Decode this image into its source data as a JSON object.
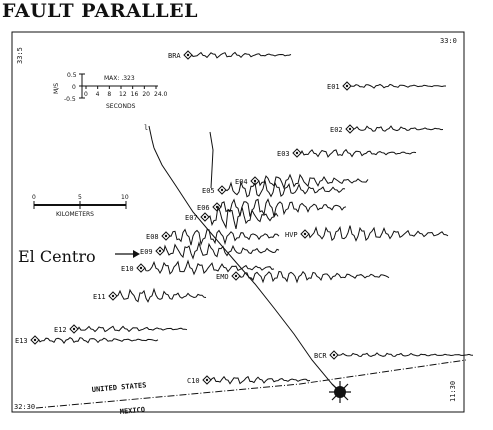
{
  "title": "FAULT PARALLEL",
  "corner_labels": {
    "top_left": "33:5",
    "top_right": "33:0",
    "bottom_left": "32:30",
    "bottom_right": "11:30"
  },
  "scale": {
    "amplitude_unit": "M/S",
    "amplitude_ticks": [
      "0.5",
      "0",
      "-0.5"
    ],
    "time_ticks": [
      "0",
      "4",
      "8",
      "12",
      "16",
      "20",
      "24.0"
    ],
    "time_unit": "SECONDS",
    "peak_label": "MAX: .323",
    "distance_ticks": [
      "0",
      "5",
      "10"
    ],
    "distance_unit": "KILOMETERS"
  },
  "stations": [
    "BRA",
    "E01",
    "E02",
    "E03",
    "E04",
    "E05",
    "E06",
    "E07",
    "HVP",
    "E08",
    "E09",
    "E10",
    "EMO",
    "E11",
    "E12",
    "E13",
    "BCR",
    "C10"
  ],
  "callout": "El Centro",
  "border": {
    "north": "UNITED STATES",
    "south": "MEXICO"
  }
}
